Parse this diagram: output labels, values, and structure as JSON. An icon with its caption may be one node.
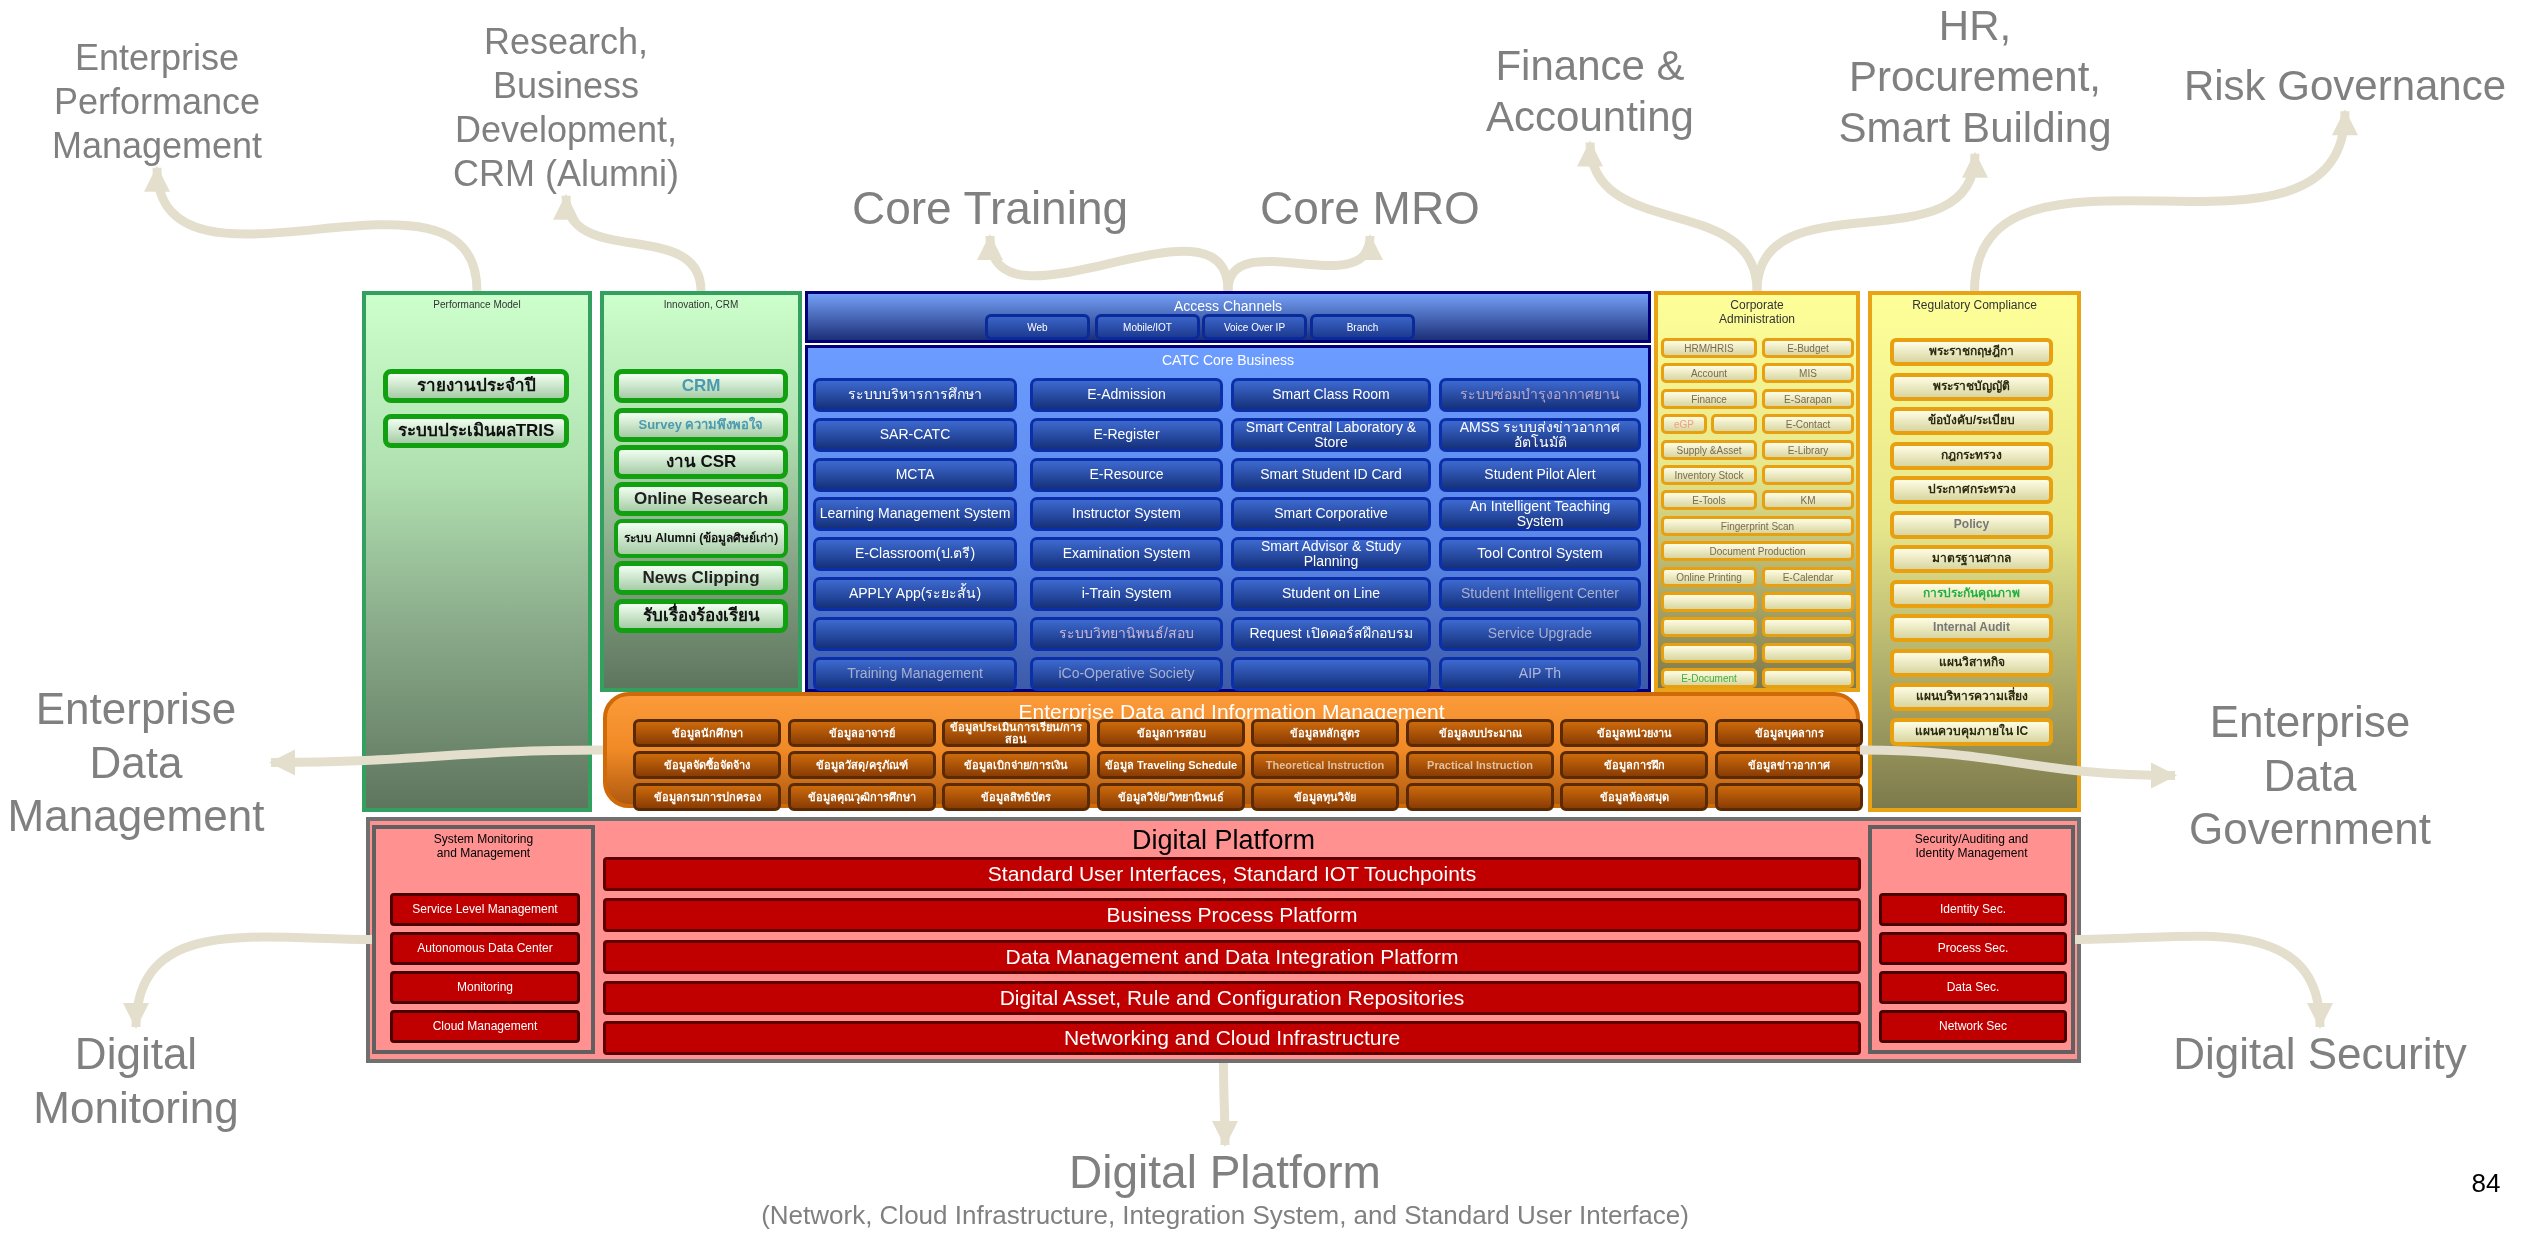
{
  "diagram": {
    "nodes": [
      {
        "text": [
          "Enterprise Performance Management"
        ]
      },
      {
        "text": [
          "Research, Business Development, CRM (Alumni)"
        ]
      },
      {
        "text": [
          "Core Training"
        ]
      },
      {
        "text": [
          "Core MRO"
        ]
      },
      {
        "text": [
          "Finance & Accounting"
        ]
      },
      {
        "text": [
          "HR, Procurement, Smart Building"
        ]
      },
      {
        "text": [
          "Risk Governance"
        ]
      },
      {
        "text": [
          "Performance Model"
        ]
      },
      {
        "text": [
          "รายงานประจำปี"
        ],
        "in": 7
      },
      {
        "text": [
          "ระบบประเมินผลTRIS"
        ],
        "in": 7
      },
      {
        "text": [
          "Innovation, CRM"
        ]
      },
      {
        "text": [
          "CRM"
        ],
        "in": 10
      },
      {
        "text": [
          "Survey ความพึงพอใจ"
        ],
        "in": 10
      },
      {
        "text": [
          "งาน CSR"
        ],
        "in": 10
      },
      {
        "text": [
          "Online Research"
        ],
        "in": 10
      },
      {
        "text": [
          "ระบบ Alumni (ข้อมูลศิษย์เก่า)"
        ],
        "in": 10
      },
      {
        "text": [
          "News Clipping"
        ],
        "in": 10
      },
      {
        "text": [
          "รับเรื่องร้องเรียน"
        ],
        "in": 10
      },
      {
        "text": [
          "Access Channels"
        ]
      },
      {
        "text": [
          "Web"
        ],
        "in": 18
      },
      {
        "text": [
          "Mobile/IOT"
        ],
        "in": 18
      },
      {
        "text": [
          "Voice Over IP"
        ],
        "in": 18
      },
      {
        "text": [
          "Branch"
        ],
        "in": 18
      },
      {
        "text": [
          "CATC Core Business"
        ]
      },
      {
        "text": [
          "ระบบบริหารการศึกษา"
        ],
        "in": 23
      },
      {
        "text": [
          "E-Admission"
        ],
        "in": 23
      },
      {
        "text": [
          "Smart Class Room"
        ],
        "in": 23
      },
      {
        "text": [
          "ระบบซ่อมบำรุงอากาศยาน"
        ],
        "in": 23
      },
      {
        "text": [
          "SAR-CATC"
        ],
        "in": 23
      },
      {
        "text": [
          "E-Register"
        ],
        "in": 23
      },
      {
        "text": [
          "Smart Central Laboratory & Store"
        ],
        "in": 23
      },
      {
        "text": [
          "AMSS ระบบส่งข่าวอากาศอัตโนมัติ"
        ],
        "in": 23
      },
      {
        "text": [
          "MCTA"
        ],
        "in": 23
      },
      {
        "text": [
          "E-Resource"
        ],
        "in": 23
      },
      {
        "text": [
          "Smart Student ID Card"
        ],
        "in": 23
      },
      {
        "text": [
          "Student Pilot Alert"
        ],
        "in": 23
      },
      {
        "text": [
          "Learning Management System"
        ],
        "in": 23
      },
      {
        "text": [
          "Instructor System"
        ],
        "in": 23
      },
      {
        "text": [
          "Smart Corporative"
        ],
        "in": 23
      },
      {
        "text": [
          "An Intelligent Teaching System"
        ],
        "in": 23
      },
      {
        "text": [
          "E-Classroom(ป.ตรี)"
        ],
        "in": 23
      },
      {
        "text": [
          "Examination System"
        ],
        "in": 23
      },
      {
        "text": [
          "Smart Advisor & Study Planning"
        ],
        "in": 23
      },
      {
        "text": [
          "Tool Control System"
        ],
        "in": 23
      },
      {
        "text": [
          "APPLY App(ระยะสั้น)"
        ],
        "in": 23
      },
      {
        "text": [
          "i-Train System"
        ],
        "in": 23
      },
      {
        "text": [
          "Student on Line"
        ],
        "in": 23
      },
      {
        "text": [
          "Student Intelligent Center"
        ],
        "in": 23
      },
      {
        "text": [],
        "shape": "box",
        "in": 23
      },
      {
        "text": [
          "ระบบวิทยานิพนธ์/สอบ"
        ],
        "in": 23
      },
      {
        "text": [
          "Request เปิดคอร์สฝึกอบรม"
        ],
        "in": 23
      },
      {
        "text": [
          "Service Upgrade"
        ],
        "in": 23
      },
      {
        "text": [
          "Training Management"
        ],
        "in": 23
      },
      {
        "text": [
          "iCo-Operative Society"
        ],
        "in": 23
      },
      {
        "text": [],
        "shape": "box",
        "in": 23
      },
      {
        "text": [
          "AIP Th"
        ],
        "in": 23
      },
      {
        "text": [
          "Corporate Administration"
        ]
      },
      {
        "text": [
          "HRM/HRIS"
        ],
        "in": 56
      },
      {
        "text": [
          "E-Budget"
        ],
        "in": 56
      },
      {
        "text": [
          "Account"
        ],
        "in": 56
      },
      {
        "text": [
          "MIS"
        ],
        "in": 56
      },
      {
        "text": [
          "Finance"
        ],
        "in": 56
      },
      {
        "text": [
          "E-Sarapan"
        ],
        "in": 56
      },
      {
        "text": [
          "eGP"
        ],
        "in": 56
      },
      {
        "text": [],
        "shape": "box",
        "in": 56
      },
      {
        "text": [
          "E-Contact"
        ],
        "in": 56
      },
      {
        "text": [
          "Supply &Asset"
        ],
        "in": 56
      },
      {
        "text": [
          "E-Library"
        ],
        "in": 56
      },
      {
        "text": [
          "Inventory Stock"
        ],
        "in": 56
      },
      {
        "text": [],
        "shape": "box",
        "in": 56
      },
      {
        "text": [
          "E-Tools"
        ],
        "in": 56
      },
      {
        "text": [
          "KM"
        ],
        "in": 56
      },
      {
        "text": [
          "Fingerprint Scan"
        ],
        "in": 56
      },
      {
        "text": [
          "Document Production"
        ],
        "in": 56
      },
      {
        "text": [
          "Online Printing"
        ],
        "in": 56
      },
      {
        "text": [
          "E-Calendar"
        ],
        "in": 56
      },
      {
        "text": [],
        "shape": "box",
        "in": 56
      },
      {
        "text": [],
        "shape": "box",
        "in": 56
      },
      {
        "text": [],
        "shape": "box",
        "in": 56
      },
      {
        "text": [],
        "shape": "box",
        "in": 56
      },
      {
        "text": [],
        "shape": "box",
        "in": 56
      },
      {
        "text": [],
        "shape": "box",
        "in": 56
      },
      {
        "text": [
          "E-Document"
        ],
        "in": 56
      },
      {
        "text": [],
        "shape": "box",
        "in": 56
      },
      {
        "text": [
          "Regulatory Compliance"
        ]
      },
      {
        "text": [
          "พระราชกฤษฎีกา"
        ],
        "in": 84
      },
      {
        "text": [
          "พระราชบัญญัติ"
        ],
        "in": 84
      },
      {
        "text": [
          "ข้อบังคับ/ระเบียบ"
        ],
        "in": 84
      },
      {
        "text": [
          "กฎกระทรวง"
        ],
        "in": 84
      },
      {
        "text": [
          "ประกาศกระทรวง"
        ],
        "in": 84
      },
      {
        "text": [
          "Policy"
        ],
        "in": 84
      },
      {
        "text": [
          "มาตรฐานสากล"
        ],
        "in": 84
      },
      {
        "text": [
          "การประกันคุณภาพ"
        ],
        "in": 84
      },
      {
        "text": [
          "Internal Audit"
        ],
        "in": 84
      },
      {
        "text": [
          "แผนวิสาหกิจ"
        ],
        "in": 84
      },
      {
        "text": [
          "แผนบริหารความเสี่ยง"
        ],
        "in": 84
      },
      {
        "text": [
          "แผนควบคุมภายใน IC"
        ],
        "in": 84
      },
      {
        "text": [
          "Enterprise Data and Information Management"
        ]
      },
      {
        "text": [
          "ข้อมูลนักศึกษา"
        ],
        "in": 97
      },
      {
        "text": [
          "ข้อมูลอาจารย์"
        ],
        "in": 97
      },
      {
        "text": [
          "ข้อมูลประเมินการเรียน/การสอน"
        ],
        "in": 97
      },
      {
        "text": [
          "ข้อมูลการสอบ"
        ],
        "in": 97
      },
      {
        "text": [
          "ข้อมูลหลักสูตร"
        ],
        "in": 97
      },
      {
        "text": [
          "ข้อมูลงบประมาณ"
        ],
        "in": 97
      },
      {
        "text": [
          "ข้อมูลหน่วยงาน"
        ],
        "in": 97
      },
      {
        "text": [
          "ข้อมูลบุคลากร"
        ],
        "in": 97
      },
      {
        "text": [
          "ข้อมูลจัดซื้อจัดจ้าง"
        ],
        "in": 97
      },
      {
        "text": [
          "ข้อมูลวัสดุ/ครุภัณฑ์"
        ],
        "in": 97
      },
      {
        "text": [
          "ข้อมูลเบิกจ่าย/การเงิน"
        ],
        "in": 97
      },
      {
        "text": [
          "ข้อมูล Traveling Schedule"
        ],
        "in": 97
      },
      {
        "text": [
          "Theoretical Instruction"
        ],
        "in": 97
      },
      {
        "text": [
          "Practical Instruction"
        ],
        "in": 97
      },
      {
        "text": [
          "ข้อมูลการฝึก"
        ],
        "in": 97
      },
      {
        "text": [
          "ข้อมูลข่าวอากาศ"
        ],
        "in": 97
      },
      {
        "text": [
          "ข้อมูลกรมการปกครอง"
        ],
        "in": 97
      },
      {
        "text": [
          "ข้อมูลคุณวุฒิการศึกษา"
        ],
        "in": 97
      },
      {
        "text": [
          "ข้อมูลสิทธิบัตร"
        ],
        "in": 97
      },
      {
        "text": [
          "ข้อมูลวิจัย/วิทยานิพนธ์"
        ],
        "in": 97
      },
      {
        "text": [
          "ข้อมูลทุนวิจัย"
        ],
        "in": 97
      },
      {
        "text": [],
        "shape": "box",
        "in": 97
      },
      {
        "text": [
          "ข้อมูลห้องสมุด"
        ],
        "in": 97
      },
      {
        "text": [],
        "shape": "box",
        "in": 97
      },
      {
        "text": [
          "Enterprise Data Management"
        ]
      },
      {
        "text": [
          "Enterprise Data Government"
        ]
      },
      {
        "text": [
          "Digital Platform"
        ]
      },
      {
        "text": [
          "System Monitoring and Management"
        ],
        "in": 124
      },
      {
        "text": [
          "Service Level Management"
        ],
        "in": 125
      },
      {
        "text": [
          "Autonomous Data Center"
        ],
        "in": 125
      },
      {
        "text": [
          "Monitoring"
        ],
        "in": 125
      },
      {
        "text": [
          "Cloud Management"
        ],
        "in": 125
      },
      {
        "text": [
          "Standard User Interfaces, Standard IOT Touchpoints"
        ],
        "in": 124
      },
      {
        "text": [
          "Business Process Platform"
        ],
        "in": 124
      },
      {
        "text": [
          "Data Management and Data Integration Platform"
        ],
        "in": 124
      },
      {
        "text": [
          "Digital Asset, Rule and Configuration Repositories"
        ],
        "in": 124
      },
      {
        "text": [
          "Networking and Cloud Infrastructure"
        ],
        "in": 124
      },
      {
        "text": [
          "Security/Auditing and Identity Management"
        ],
        "in": 124
      },
      {
        "text": [
          "Identity Sec."
        ],
        "in": 135
      },
      {
        "text": [
          "Process Sec."
        ],
        "in": 135
      },
      {
        "text": [
          "Data Sec."
        ],
        "in": 135
      },
      {
        "text": [
          "Network Sec"
        ],
        "in": 135
      },
      {
        "text": [
          "Digital Monitoring"
        ]
      },
      {
        "text": [
          "Digital Security"
        ]
      },
      {
        "text": [
          "Digital Platform",
          "(Network, Cloud Infrastructure, Integration System, and Standard User Interface)"
        ]
      }
    ],
    "edges": [
      {
        "from": 7,
        "to": 0,
        "arrow": "to"
      },
      {
        "from": 10,
        "to": 1,
        "arrow": "to"
      },
      {
        "from": 18,
        "to": 2,
        "arrow": "to"
      },
      {
        "from": 18,
        "to": 3,
        "arrow": "to"
      },
      {
        "from": 56,
        "to": 4,
        "arrow": "to"
      },
      {
        "from": 56,
        "to": 5,
        "arrow": "to"
      },
      {
        "from": 84,
        "to": 6,
        "arrow": "to"
      },
      {
        "from": 97,
        "to": 122,
        "arrow": "to"
      },
      {
        "from": 97,
        "to": 123,
        "arrow": "to"
      },
      {
        "from": 125,
        "to": 140,
        "arrow": "to"
      },
      {
        "from": 135,
        "to": 141,
        "arrow": "to"
      },
      {
        "from": 124,
        "to": 142,
        "arrow": "to"
      }
    ],
    "labels": [
      "84"
    ]
  }
}
